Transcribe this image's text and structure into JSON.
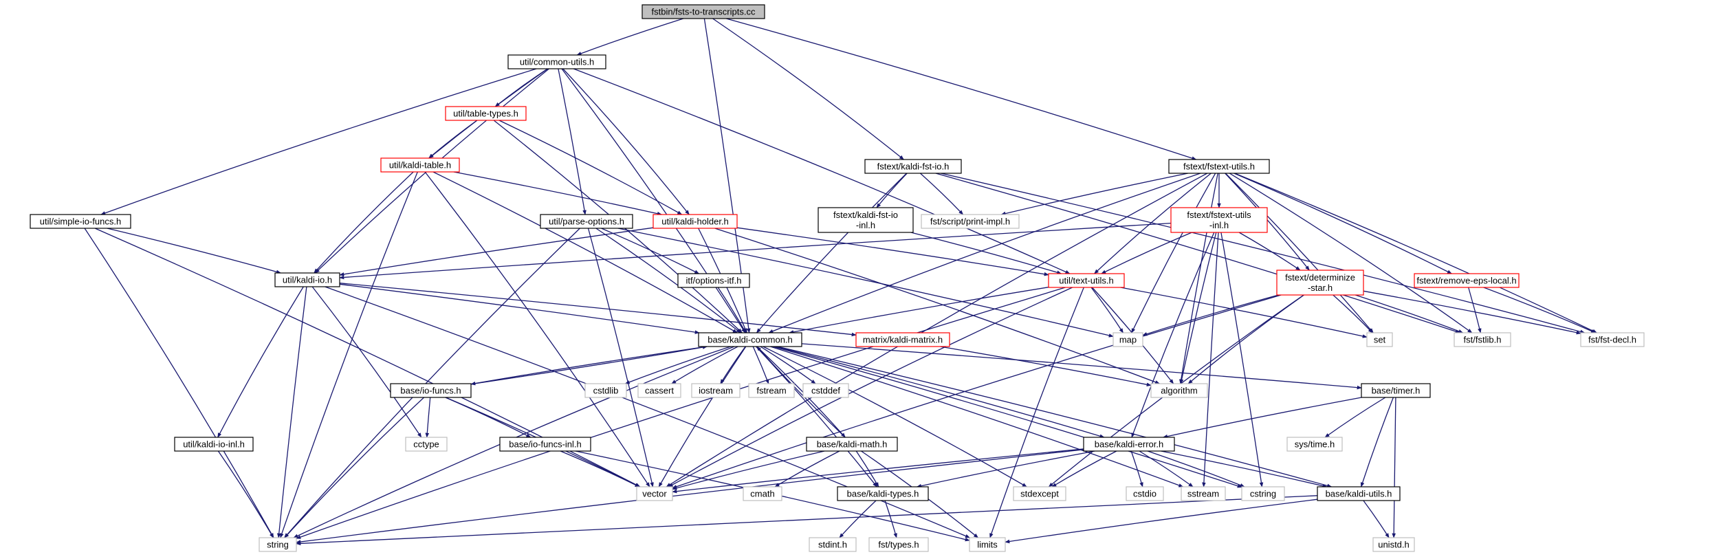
{
  "root": "fstbin/fsts-to-transcripts.cc",
  "colors": {
    "edge": "#191970",
    "root_fill": "#bfbfbf",
    "root_border": "#000000",
    "documented_border": "#000000",
    "truncated_border": "#ff0000",
    "external_border": "#bfbfbf",
    "text": "#000000"
  },
  "nodes": {
    "root": "fstbin/fsts-to-transcripts.cc",
    "common_utils": "util/common-utils.h",
    "table_types": "util/table-types.h",
    "kaldi_table": "util/kaldi-table.h",
    "simple_io_funcs": "util/simple-io-funcs.h",
    "parse_options": "util/parse-options.h",
    "kaldi_holder": "util/kaldi-holder.h",
    "kaldi_io": "util/kaldi-io.h",
    "options_itf": "itf/options-itf.h",
    "kaldi_fst_io": "fstext/kaldi-fst-io.h",
    "kaldi_fst_io_inl": [
      "fstext/kaldi-fst-io",
      "-inl.h"
    ],
    "print_impl": "fst/script/print-impl.h",
    "fstext_utils": "fstext/fstext-utils.h",
    "fstext_utils_inl": [
      "fstext/fstext-utils",
      "-inl.h"
    ],
    "text_utils": "util/text-utils.h",
    "determinize_star": [
      "fstext/determinize",
      "-star.h"
    ],
    "remove_eps_local": "fstext/remove-eps-local.h",
    "kaldi_common": "base/kaldi-common.h",
    "kaldi_matrix": "matrix/kaldi-matrix.h",
    "map": "map",
    "set": "set",
    "fstlib": "fst/fstlib.h",
    "fst_decl": "fst/fst-decl.h",
    "algorithm": "algorithm",
    "io_funcs": "base/io-funcs.h",
    "cstdlib": "cstdlib",
    "cassert": "cassert",
    "iostream": "iostream",
    "fstream": "fstream",
    "cstddef": "cstddef",
    "timer": "base/timer.h",
    "kaldi_io_inl": "util/kaldi-io-inl.h",
    "cctype": "cctype",
    "io_funcs_inl": "base/io-funcs-inl.h",
    "kaldi_math": "base/kaldi-math.h",
    "kaldi_error": "base/kaldi-error.h",
    "systime": "sys/time.h",
    "vector": "vector",
    "cmath": "cmath",
    "kaldi_types": "base/kaldi-types.h",
    "stdexcept": "stdexcept",
    "cstdio": "cstdio",
    "sstream": "sstream",
    "cstring": "cstring",
    "kaldi_utils": "base/kaldi-utils.h",
    "string": "string",
    "stdint": "stdint.h",
    "fst_types": "fst/types.h",
    "limits": "limits",
    "unistd": "unistd.h"
  }
}
